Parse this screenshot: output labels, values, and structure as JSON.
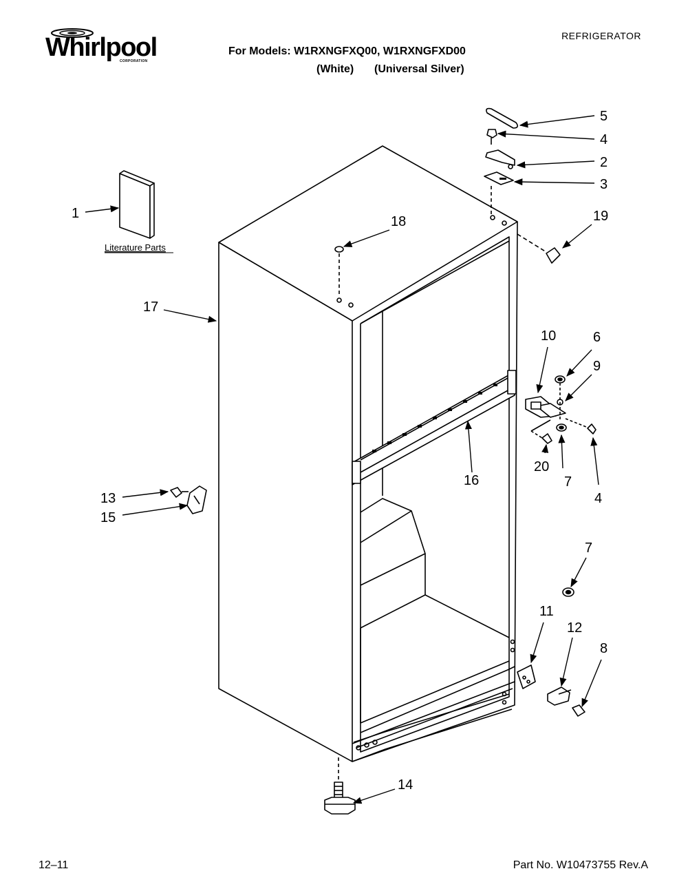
{
  "header": {
    "brand": "Whirlpool",
    "brand_sub": "CORPORATION",
    "doc_type": "REFRIGERATOR",
    "models_line": "For Models: W1RXNGFXQ00, W1RXNGFXD00",
    "variant_1": "(White)",
    "variant_2": "(Universal Silver)"
  },
  "diagram": {
    "literature_label": "Literature Parts",
    "callouts": {
      "c1": "1",
      "c2": "2",
      "c3": "3",
      "c4a": "4",
      "c4b": "4",
      "c5": "5",
      "c6": "6",
      "c7a": "7",
      "c7b": "7",
      "c8": "8",
      "c9": "9",
      "c10": "10",
      "c11": "11",
      "c12": "12",
      "c13": "13",
      "c14": "14",
      "c15": "15",
      "c16": "16",
      "c17": "17",
      "c18": "18",
      "c19": "19",
      "c20": "20"
    }
  },
  "footer": {
    "date": "12–11",
    "part_no": "Part No. W10473755 Rev.A"
  }
}
